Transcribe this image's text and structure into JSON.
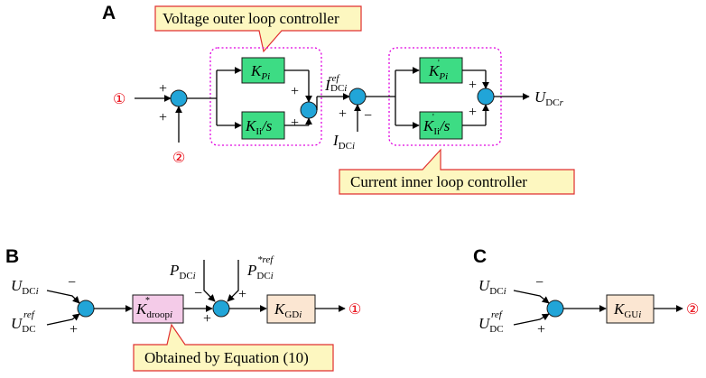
{
  "panels": {
    "a": "A",
    "b": "B",
    "c": "C"
  },
  "callouts": {
    "voltage_outer": "Voltage outer loop controller",
    "current_inner": "Current inner loop controller",
    "obtained_by": "Obtained by Equation (10)"
  },
  "markers": {
    "one": "①",
    "two": "②"
  },
  "signs": {
    "plus": "+",
    "minus": "−"
  },
  "symbols": {
    "K": "K",
    "P": "P",
    "I": "I",
    "U": "U",
    "slash_s": "/s",
    "prime": "'",
    "star": "*",
    "sub_Pi": "Pi",
    "sub_Ii": "Ii",
    "sub_DC": "DC",
    "sub_i": "i",
    "sub_r": "r",
    "sub_droop": "droop",
    "sub_GD": "GD",
    "sub_GU": "GU",
    "sup_ref": "ref"
  },
  "colors": {
    "sum_junction": "#21a5d8",
    "pi_block": "#3ddc84",
    "droop_block": "#f4cbe8",
    "gain_block": "#fbe6d2",
    "controller_border": "#e000e0",
    "callout_fill": "#fdf7c0",
    "callout_border": "#e03030",
    "marker_red": "#e8000b"
  }
}
